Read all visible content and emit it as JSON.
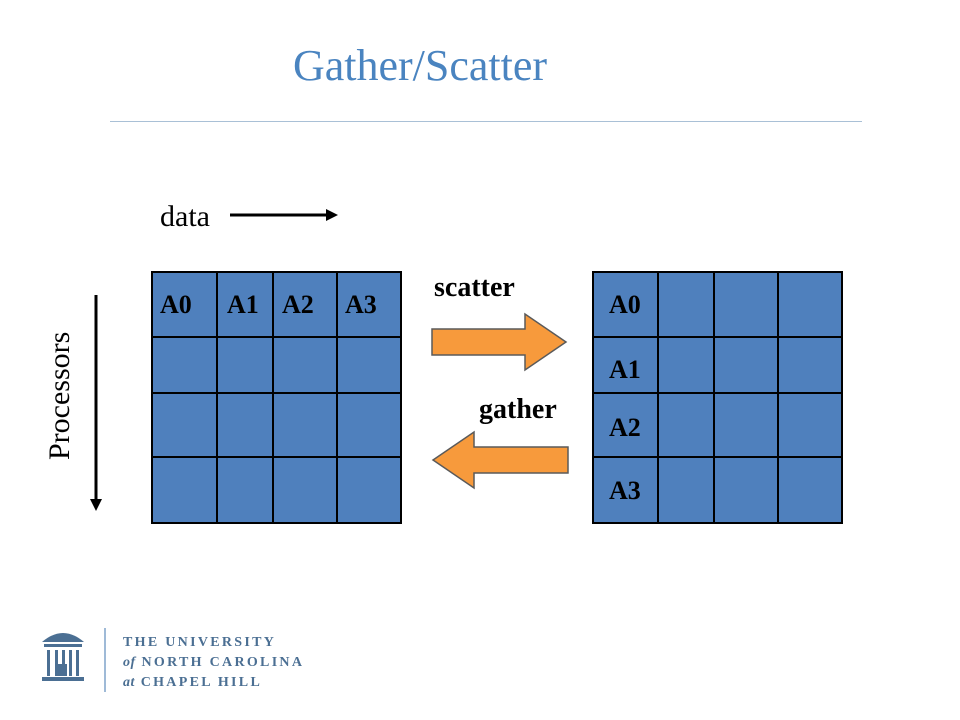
{
  "slide": {
    "title": "Gather/Scatter",
    "data_label": "data",
    "processors_label": "Processors"
  },
  "left_grid": {
    "row0": [
      "A0",
      "A1",
      "A2",
      "A3"
    ]
  },
  "right_grid": {
    "col0": [
      "A0",
      "A1",
      "A2",
      "A3"
    ]
  },
  "operations": {
    "scatter": "scatter",
    "gather": "gather"
  },
  "colors": {
    "title": "#4a84c0",
    "cell_fill": "#4f80bd",
    "arrow_fill": "#f79a3c",
    "logo": "#4b6f93"
  },
  "footer": {
    "line1_text": "THE UNIVERSITY",
    "line2_prefix": "of",
    "line2_text": "NORTH CAROLINA",
    "line3_prefix": "at",
    "line3_text": "CHAPEL HILL"
  }
}
